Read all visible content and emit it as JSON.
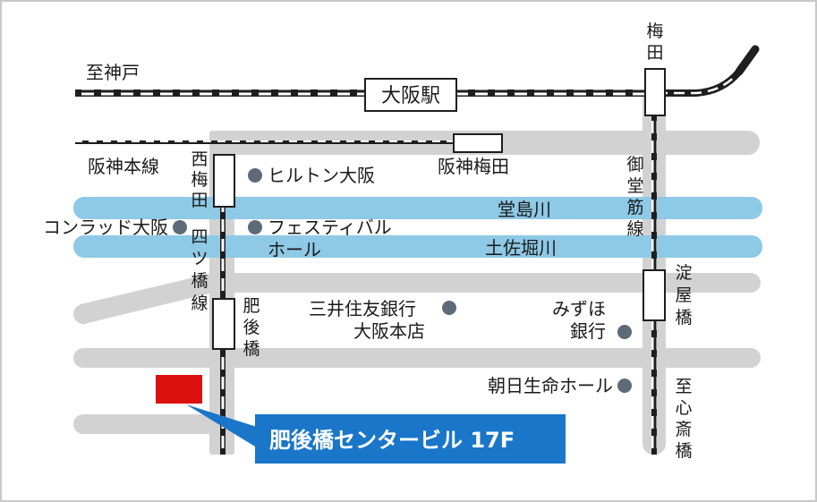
{
  "map": {
    "colors": {
      "frame": "#c8c8c8",
      "road": "#d2d2d2",
      "river": "#8ec9e6",
      "rail": "#1e1e1e",
      "poi_dot": "#5d6b78",
      "target": "#dd1010",
      "callout": "#1976c8"
    },
    "rails": {
      "jr_line_label": "至神戸",
      "hanshin_line_label": "阪神本線",
      "yotsubashi_line_label_1": "四",
      "yotsubashi_line_label_2": "ツ",
      "yotsubashi_line_label_3": "橋",
      "yotsubashi_line_label_4": "線",
      "midosuji_line_label_1": "御",
      "midosuji_line_label_2": "堂",
      "midosuji_line_label_3": "筋",
      "midosuji_line_label_4": "線",
      "shinsaibashi_label_1": "至",
      "shinsaibashi_label_2": "心",
      "shinsaibashi_label_3": "斎",
      "shinsaibashi_label_4": "橋"
    },
    "stations": {
      "osaka": "大阪駅",
      "hanshin_umeda": "阪神梅田",
      "umeda_1": "梅",
      "umeda_2": "田",
      "nishiumeda_1": "西",
      "nishiumeda_2": "梅",
      "nishiumeda_3": "田",
      "higobashi_1": "肥",
      "higobashi_2": "後",
      "higobashi_3": "橋",
      "yodoyabashi_1": "淀",
      "yodoyabashi_2": "屋",
      "yodoyabashi_3": "橋"
    },
    "rivers": {
      "dojima": "堂島川",
      "tosabori": "土佐堀川"
    },
    "landmarks": {
      "hilton": "ヒルトン大阪",
      "conrad": "コンラッド大阪",
      "festival_1": "フェスティバル",
      "festival_2": "ホール",
      "mitsui_1": "三井住友銀行",
      "mitsui_2": "大阪本店",
      "mizuho_1": "みずほ",
      "mizuho_2": "銀行",
      "asahi": "朝日生命ホール"
    },
    "callout": {
      "label": "肥後橋センタービル 17F"
    }
  }
}
